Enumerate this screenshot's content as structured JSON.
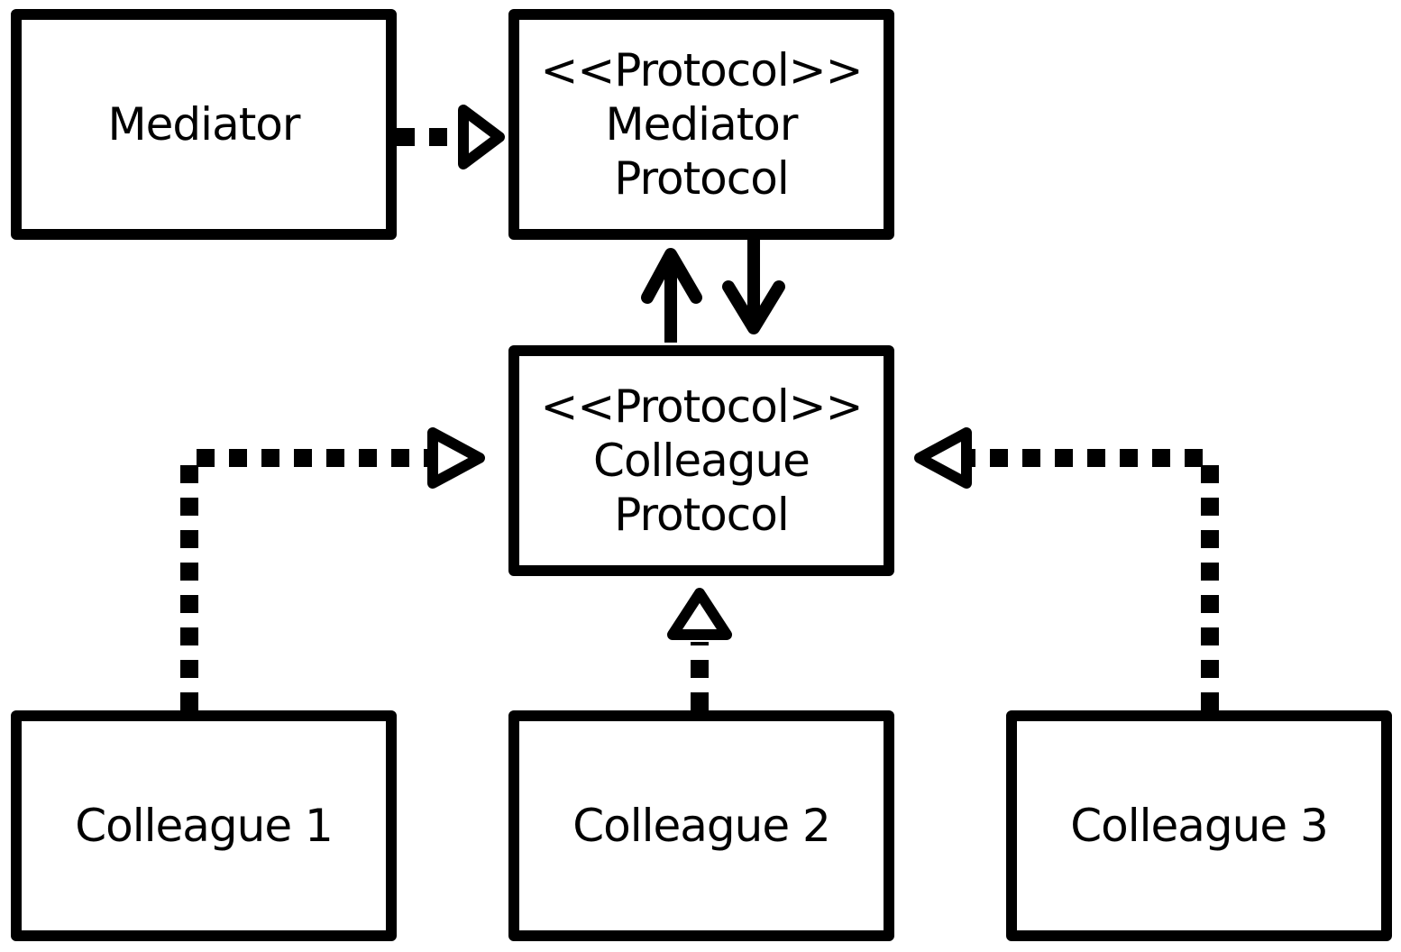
{
  "boxes": {
    "mediator": {
      "label": "Mediator"
    },
    "mediator_protocol": {
      "stereotype": "<<Protocol>>",
      "name_line1": "Mediator",
      "name_line2": "Protocol"
    },
    "colleague_protocol": {
      "stereotype": "<<Protocol>>",
      "name_line1": "Colleague",
      "name_line2": "Protocol"
    },
    "colleague_1": {
      "label": "Colleague 1"
    },
    "colleague_2": {
      "label": "Colleague 2"
    },
    "colleague_3": {
      "label": "Colleague 3"
    }
  },
  "relations": [
    {
      "from": "Mediator",
      "to": "Mediator Protocol",
      "kind": "realization"
    },
    {
      "from": "Colleague Protocol",
      "to": "Mediator Protocol",
      "kind": "association"
    },
    {
      "from": "Mediator Protocol",
      "to": "Colleague Protocol",
      "kind": "association"
    },
    {
      "from": "Colleague 1",
      "to": "Colleague Protocol",
      "kind": "realization"
    },
    {
      "from": "Colleague 2",
      "to": "Colleague Protocol",
      "kind": "realization"
    },
    {
      "from": "Colleague 3",
      "to": "Colleague Protocol",
      "kind": "realization"
    }
  ],
  "colors": {
    "stroke": "#000000",
    "background": "#ffffff"
  }
}
